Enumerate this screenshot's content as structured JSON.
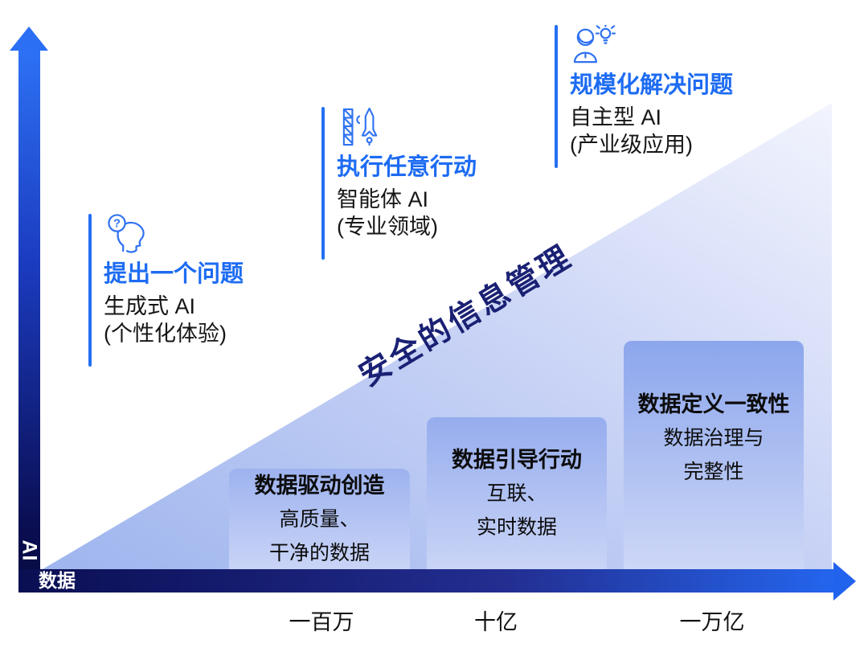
{
  "colors": {
    "accent_blue": "#1d6cf2",
    "dark_navy": "#0a0e52",
    "diagonal_text_navy": "#1a2174",
    "triangle_fill_start": "#9eb5ee",
    "triangle_fill_end": "#f2f4fd",
    "bar_fill_top": "#8ca6ed",
    "bar_fill_bottom": "#c9d4f6"
  },
  "y_axis": {
    "label": "AI"
  },
  "x_axis": {
    "label": "数据",
    "ticks": [
      "一百万",
      "十亿",
      "一万亿"
    ]
  },
  "diagonal_label": "安全的信息管理",
  "milestones": [
    {
      "icon": "head-question-icon",
      "title": "提出一个问题",
      "line1": "生成式 AI",
      "line2": "(个性化体验)"
    },
    {
      "icon": "rocket-launch-icon",
      "title": "执行任意行动",
      "line1": "智能体 AI",
      "line2": "(专业领域)"
    },
    {
      "icon": "person-idea-icon",
      "title": "规模化解决问题",
      "line1": "自主型 AI",
      "line2": "(产业级应用)"
    }
  ],
  "bars": [
    {
      "title": "数据驱动创造",
      "line1": "高质量、",
      "line2": "干净的数据"
    },
    {
      "title": "数据引导行动",
      "line1": "互联、",
      "line2": "实时数据"
    },
    {
      "title": "数据定义一致性",
      "line1": "数据治理与",
      "line2": "完整性"
    }
  ]
}
